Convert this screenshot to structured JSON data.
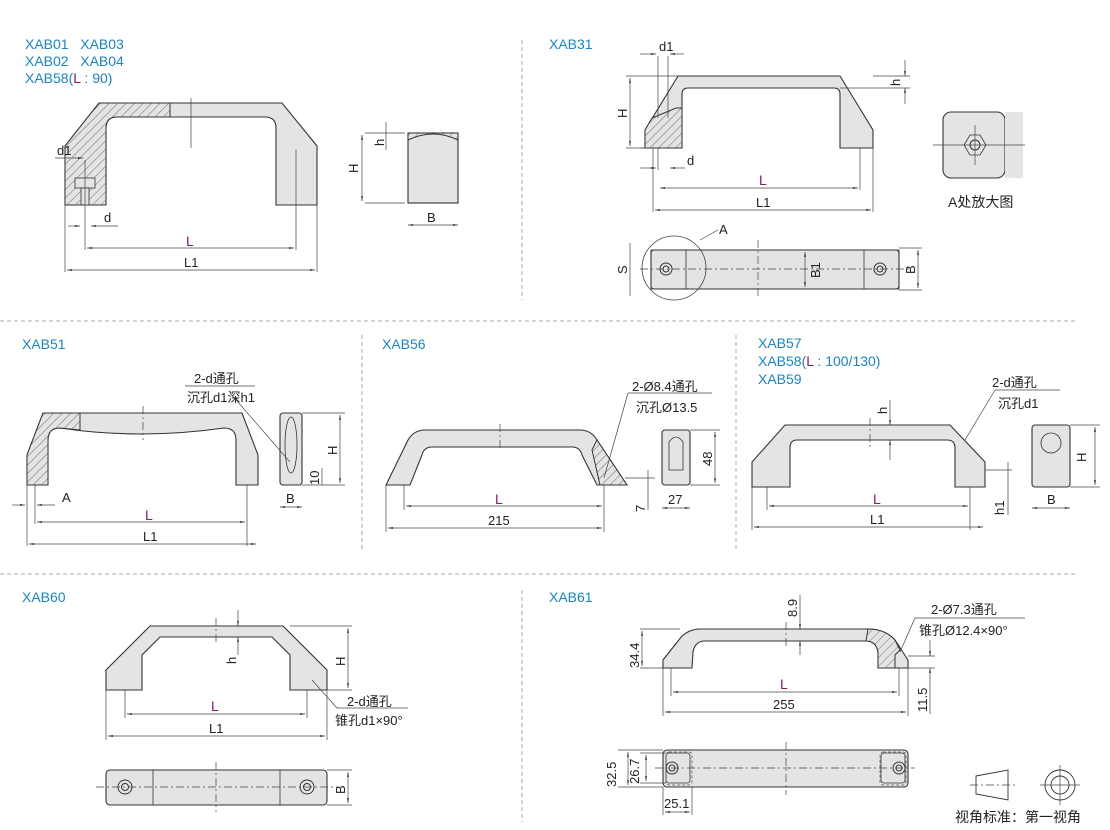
{
  "sections": {
    "xab01": {
      "line1": "XAB01   XAB03",
      "line2": "XAB02   XAB04",
      "line3_prefix": "XAB58(",
      "line3_L": "L",
      "line3_suffix": " : 90)",
      "d1": "d1",
      "d": "d",
      "L": "L",
      "L1": "L1",
      "H": "H",
      "h": "h",
      "B": "B"
    },
    "xab31": {
      "title": "XAB31",
      "d1": "d1",
      "d": "d",
      "H": "H",
      "h": "h",
      "L": "L",
      "L1": "L1",
      "A": "A",
      "S": "S",
      "B1": "B1",
      "B": "B",
      "detail_caption": "A处放大图"
    },
    "xab51": {
      "title": "XAB51",
      "note1": "2-d通孔",
      "note2": "沉孔d1深h1",
      "A": "A",
      "L": "L",
      "L1": "L1",
      "H": "H",
      "B": "B",
      "ten": "10"
    },
    "xab56": {
      "title": "XAB56",
      "note1": "2-Ø8.4通孔",
      "note2": "沉孔Ø13.5",
      "L": "L",
      "len": "215",
      "h48": "48",
      "seven": "7",
      "w27": "27"
    },
    "xab57": {
      "line1": "XAB57",
      "line2_prefix": "XAB58(",
      "line2_L": "L",
      "line2_suffix": " : 100/130)",
      "line3": "XAB59",
      "note1": "2-d通孔",
      "note2": "沉孔d1",
      "h": "h",
      "L": "L",
      "L1": "L1",
      "H": "H",
      "B": "B",
      "h1": "h1"
    },
    "xab60": {
      "title": "XAB60",
      "h": "h",
      "H": "H",
      "L": "L",
      "L1": "L1",
      "note1": "2-d通孔",
      "note2": "锥孔d1×90°",
      "B": "B"
    },
    "xab61": {
      "title": "XAB61",
      "d89": "8.9",
      "d344": "34.4",
      "note1": "2-Ø7.3通孔",
      "note2": "锥孔Ø12.4×90°",
      "L": "L",
      "len": "255",
      "d115": "11.5",
      "d325": "32.5",
      "d267": "26.7",
      "d251": "25.1"
    }
  },
  "projection_note": "视角标准：第一视角",
  "colors": {
    "label": "#1a84c4",
    "L": "#8b1a6b",
    "part": "#e4e4e4"
  }
}
